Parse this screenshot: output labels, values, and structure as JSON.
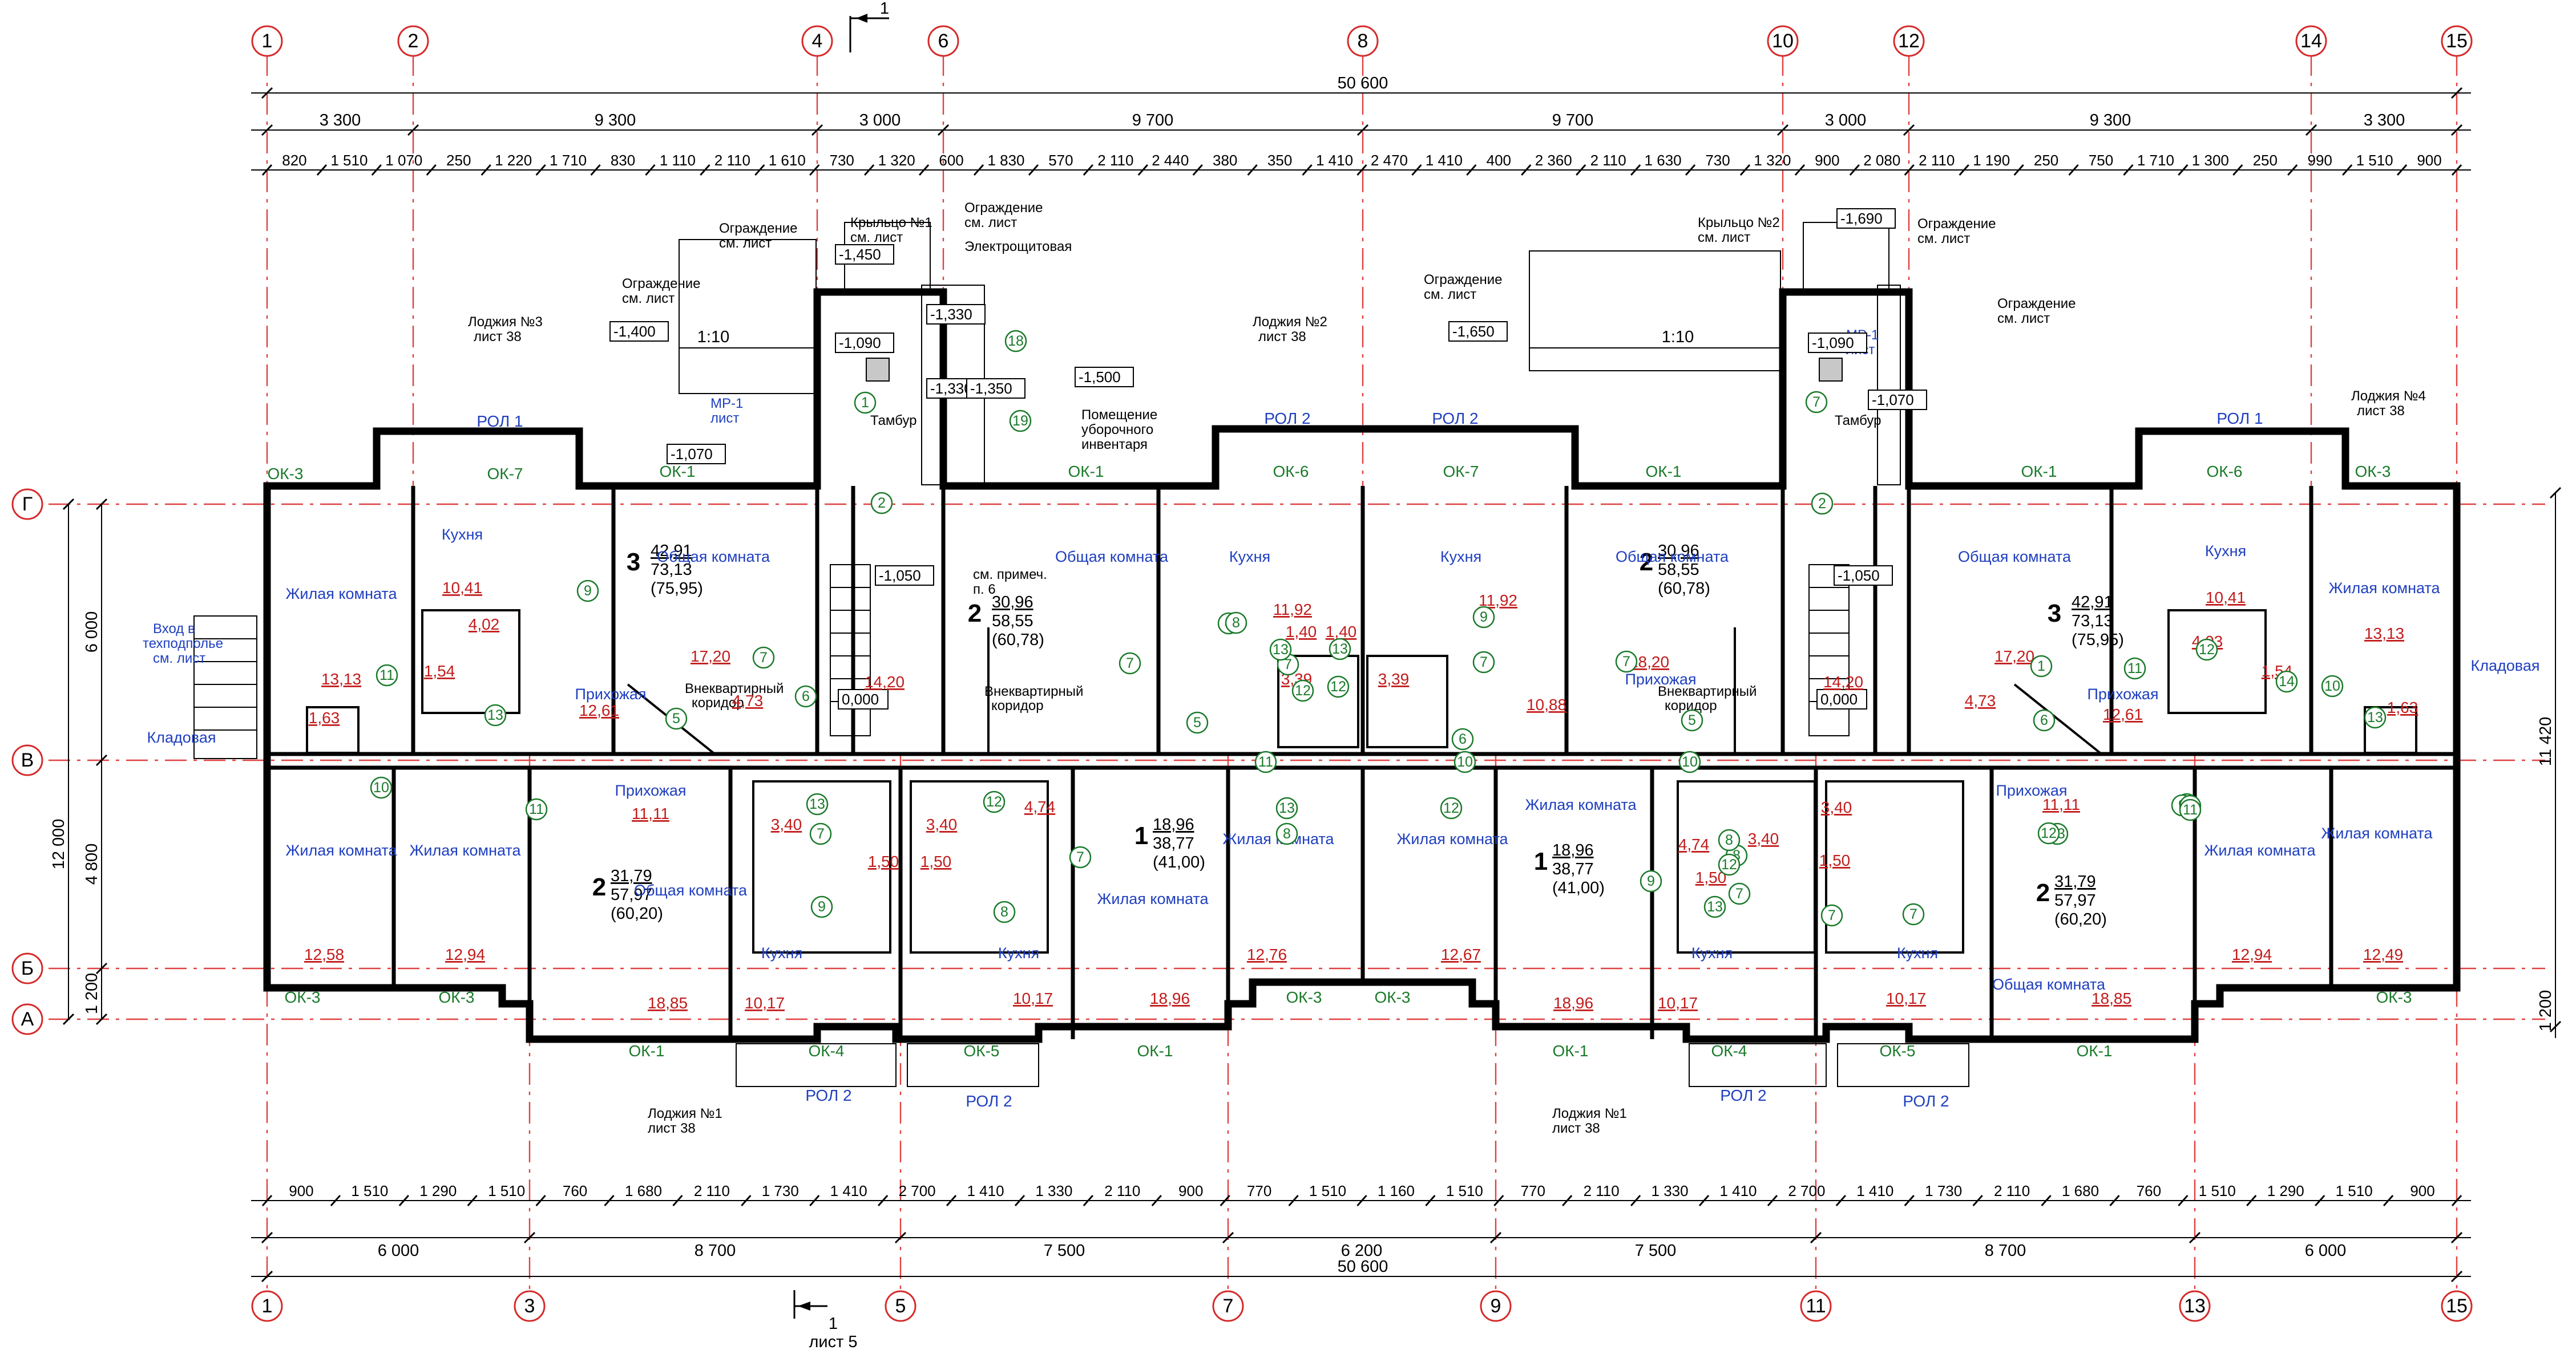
{
  "drawing": {
    "overall_dimension": "50 600",
    "side_dimension_total": "11 420",
    "side_dims_left": [
      "6 000",
      "4 800",
      "1 200"
    ],
    "side_total_left": "12 000",
    "side_right_bottom": "1 200",
    "section_mark_label": "1",
    "section_mark_bottom_label": "1",
    "section_mark_bottom_sheet": "лист 5",
    "top_axes": [
      "1",
      "2",
      "4",
      "6",
      "8",
      "10",
      "12",
      "14",
      "15"
    ],
    "bottom_axes": [
      "1",
      "3",
      "5",
      "7",
      "9",
      "11",
      "13",
      "15"
    ],
    "row_axes": [
      "Г",
      "В",
      "Б",
      "А"
    ],
    "top_dims_row1": [
      "3 300",
      "9 300",
      "3 000",
      "9 700",
      "9 700",
      "3 000",
      "9 300",
      "3 300"
    ],
    "top_dims_row2": [
      "820",
      "1 510",
      "1 070",
      "250",
      "1 220",
      "1 710",
      "830",
      "1 110",
      "2 110",
      "1 610",
      "730",
      "1 320",
      "600",
      "1 830",
      "570",
      "2 110",
      "2 440",
      "380",
      "350",
      "1 410",
      "2 470",
      "1 410",
      "400",
      "2 360",
      "2 110",
      "1 630",
      "730",
      "1 320",
      "900",
      "2 080",
      "2 110",
      "1 190",
      "250",
      "750",
      "1 710",
      "1 300",
      "250",
      "990",
      "1 510",
      "900"
    ],
    "bottom_dims_row1": [
      "900",
      "1 510",
      "1 290",
      "1 510",
      "760",
      "1 680",
      "2 110",
      "1 730",
      "1 410",
      "2 700",
      "1 410",
      "1 330",
      "2 110",
      "900",
      "770",
      "1 510",
      "1 160",
      "1 510",
      "770",
      "2 110",
      "1 330",
      "1 410",
      "2 700",
      "1 410",
      "1 730",
      "2 110",
      "1 680",
      "760",
      "1 510",
      "1 290",
      "1 510",
      "900"
    ],
    "bottom_dims_row2": [
      "6 000",
      "8 700",
      "7 500",
      "6 200",
      "7 500",
      "8 700",
      "6 000"
    ],
    "bottom_total": "50 600"
  },
  "labels": {
    "entrance_note": [
      "Вход в",
      "техподполье",
      "см. лист"
    ],
    "storage_left": "Кладовая",
    "storage_right": "Кладовая",
    "tambur": "Тамбур",
    "loggia3": [
      "Лоджия №3",
      "лист 38"
    ],
    "loggia2": [
      "Лоджия №2",
      "лист 38"
    ],
    "loggia4": [
      "Лоджия №4",
      "лист 38"
    ],
    "loggia1a": [
      "Лоджия №1",
      "лист 38"
    ],
    "loggia1b": [
      "Лоджия №1",
      "лист 38"
    ],
    "porch1": [
      "Крыльцо №1",
      "см. лист"
    ],
    "porch2": [
      "Крыльцо №2",
      "см. лист"
    ],
    "fence_a": [
      "Ограждение",
      "см. лист"
    ],
    "fence_b": [
      "Ограждение",
      "см. лист"
    ],
    "fence_c": [
      "Ограждение",
      "см. лист"
    ],
    "fence_d": [
      "Ограждение",
      "см. лист"
    ],
    "fence_e": [
      "Ограждение",
      "см. лист"
    ],
    "fence_f": [
      "Ограждение",
      "см. лист"
    ],
    "electro": "Электрощитовая",
    "cleaning": [
      "Помещение",
      "уборочного",
      "инвентаря"
    ],
    "mp1": [
      "МР-1",
      "лист"
    ],
    "see_note": [
      "см. примеч.",
      "п. 6"
    ],
    "scale_a": "1:10",
    "scale_b": "1:10",
    "levels": [
      "-1,400",
      "-1,450",
      "-1,090",
      "-1,330",
      "-1,330",
      "-1,350",
      "-1,500",
      "-1,070",
      "-1,050",
      "0,000",
      "-1,650",
      "-1,690",
      "-1,090",
      "-1,070",
      "-1,050",
      "0,000"
    ]
  },
  "apartments": [
    {
      "num": "3",
      "area": "42,91",
      "total": "73,13",
      "extra": "(75,95)"
    },
    {
      "num": "2",
      "area": "30,96",
      "total": "58,55",
      "extra": "(60,78)"
    },
    {
      "num": "2",
      "area": "30,96",
      "total": "58,55",
      "extra": "(60,78)"
    },
    {
      "num": "3",
      "area": "42,91",
      "total": "73,13",
      "extra": "(75,95)"
    },
    {
      "num": "2",
      "area": "31,79",
      "total": "57,97",
      "extra": "(60,20)"
    },
    {
      "num": "1",
      "area": "18,96",
      "total": "38,77",
      "extra": "(41,00)"
    },
    {
      "num": "1",
      "area": "18,96",
      "total": "38,77",
      "extra": "(41,00)"
    },
    {
      "num": "2",
      "area": "31,79",
      "total": "57,97",
      "extra": "(60,20)"
    }
  ],
  "rooms": {
    "kitchen": "Кухня",
    "living": "Жилая комната",
    "common": "Общая комната",
    "hall": "Прихожая",
    "corridor": [
      "Внеквартирный",
      "коридор"
    ]
  },
  "areas": [
    "10,41",
    "13,13",
    "17,20",
    "12,61",
    "4,73",
    "4,02",
    "1,54",
    "1,63",
    "14,20",
    "11,92",
    "1,40",
    "3,39",
    "1,40",
    "3,39",
    "11,92",
    "10,88",
    "18,20",
    "4,73",
    "17,20",
    "14,20",
    "12,61",
    "4,03",
    "1,54",
    "10,41",
    "13,13",
    "1,63",
    "12,58",
    "12,94",
    "11,11",
    "18,85",
    "10,17",
    "3,40",
    "1,50",
    "3,40",
    "1,50",
    "4,74",
    "10,17",
    "18,96",
    "12,76",
    "12,67",
    "18,96",
    "10,17",
    "4,74",
    "3,40",
    "1,50",
    "3,40",
    "1,50",
    "10,17",
    "11,11",
    "18,85",
    "12,94",
    "12,49"
  ],
  "windows": [
    "ОК-3",
    "ОК-7",
    "ОК-1",
    "ОК-1",
    "ОК-6",
    "ОК-7",
    "ОК-1",
    "ОК-1",
    "ОК-6",
    "ОК-3",
    "ОК-3",
    "ОК-3",
    "ОК-1",
    "ОК-4",
    "ОК-5",
    "ОК-1",
    "ОК-3",
    "ОК-3",
    "ОК-1",
    "ОК-4",
    "ОК-5",
    "ОК-1",
    "ОК-3"
  ],
  "rol": [
    "РОЛ 1",
    "РОЛ 2",
    "РОЛ 2",
    "РОЛ 1",
    "РОЛ 2",
    "РОЛ 2",
    "РОЛ 2",
    "РОЛ 2"
  ],
  "bubbles": [
    "1",
    "2",
    "19",
    "18",
    "9",
    "11",
    "13",
    "5",
    "7",
    "6",
    "10",
    "11",
    "7",
    "13",
    "12",
    "9",
    "8",
    "7",
    "7",
    "4",
    "5",
    "7",
    "12",
    "13",
    "8",
    "13",
    "12",
    "9",
    "6",
    "7",
    "11",
    "10",
    "13",
    "12",
    "8",
    "7",
    "10",
    "5",
    "6",
    "1",
    "2",
    "7",
    "11",
    "14",
    "13",
    "12",
    "10",
    "7",
    "9",
    "13",
    "12",
    "8",
    "7",
    "7",
    "9",
    "13",
    "12",
    "8",
    "7",
    "10",
    "11"
  ],
  "colors": {
    "axis": "#d62a2a",
    "room_label": "#1f3fbf",
    "area": "#c21b1b",
    "window": "#1a7a2a"
  }
}
